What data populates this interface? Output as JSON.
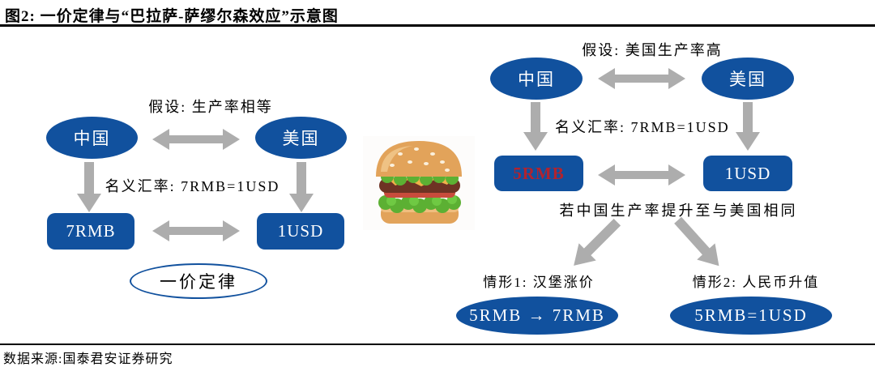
{
  "header": {
    "title": "图2: 一价定律与“巴拉萨-萨缪尔森效应”示意图"
  },
  "footer": {
    "source": "数据来源:国泰君安证券研究"
  },
  "colors": {
    "node_blue": "#11519E",
    "arrow_gray": "#ADADAD",
    "highlight_red": "#B2232E",
    "rule_black": "#000000"
  },
  "icons": {
    "burger": "hamburger-photo",
    "double_arrow": "double-headed-arrow",
    "down_arrow": "down-arrow"
  },
  "left": {
    "assumption": "假设: 生产率相等",
    "china": "中国",
    "usa": "美国",
    "exchange_rate": "名义汇率: 7RMB=1USD",
    "rmb_value": "7RMB",
    "usd_value": "1USD",
    "conclusion": "一价定律"
  },
  "right": {
    "assumption": "假设: 美国生产率高",
    "china": "中国",
    "usa": "美国",
    "exchange_rate": "名义汇率: 7RMB=1USD",
    "rmb_value": "5RMB",
    "usd_value": "1USD",
    "condition": "若中国生产率提升至与美国相同",
    "scenario1_label": "情形1: 汉堡涨价",
    "scenario1_value": "5RMB → 7RMB",
    "scenario2_label": "情形2: 人民币升值",
    "scenario2_value": "5RMB=1USD"
  }
}
